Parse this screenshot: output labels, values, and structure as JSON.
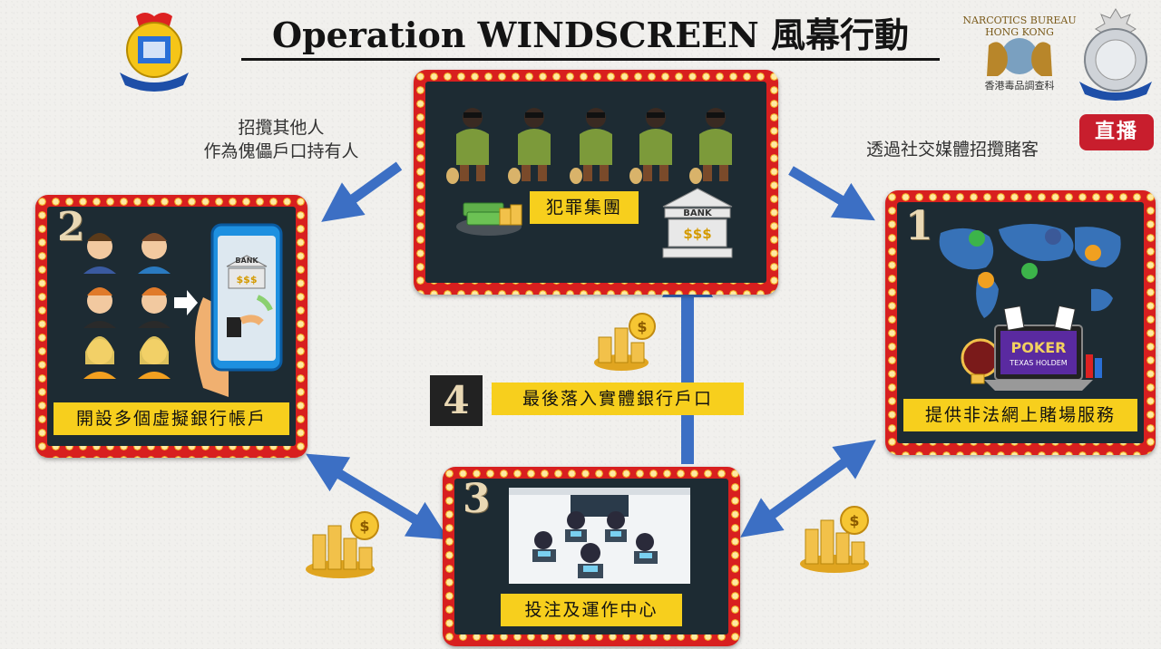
{
  "title": "Operation WINDSCREEN 風幕行動",
  "logos": {
    "narcotics_bureau_top": "NARCOTICS BUREAU",
    "narcotics_bureau_sub": "HONG KONG",
    "narcotics_bureau_chinese": "香港毒品調查科"
  },
  "live_badge": "直播",
  "notes": {
    "left_line1": "招攬其他人",
    "left_line2": "作為傀儡戶口持有人",
    "right": "透過社交媒體招攬賭客"
  },
  "nodes": {
    "center": {
      "label": "犯罪集團",
      "bank_word": "BANK",
      "bank_sign": "$$$"
    },
    "step1": {
      "number": "1",
      "label": "提供非法網上賭場服務",
      "poker": "POKER",
      "poker_sub": "TEXAS HOLDEM"
    },
    "step2": {
      "number": "2",
      "label": "開設多個虛擬銀行帳戶",
      "bank_word": "BANK",
      "bank_sign": "$$$"
    },
    "step3": {
      "number": "3",
      "label": "投注及運作中心"
    },
    "step4": {
      "number": "4",
      "label": "最後落入實體銀行戶口"
    }
  },
  "colors": {
    "frame_red": "#d81f1f",
    "panel_dark": "#1d2b33",
    "label_yellow": "#f7cf1d",
    "arrow_blue": "#3c6fc4",
    "live_red": "#c81e2d"
  },
  "icons": [
    "police-crest-icon",
    "narcotics-bureau-lion-icon",
    "police-badge-icon",
    "thief-icon",
    "cash-stack-icon",
    "bank-icon",
    "user-avatar-icon",
    "smartphone-icon",
    "world-map-icon",
    "poker-laptop-icon",
    "gold-coins-icon",
    "hacker-workstation-icon"
  ]
}
